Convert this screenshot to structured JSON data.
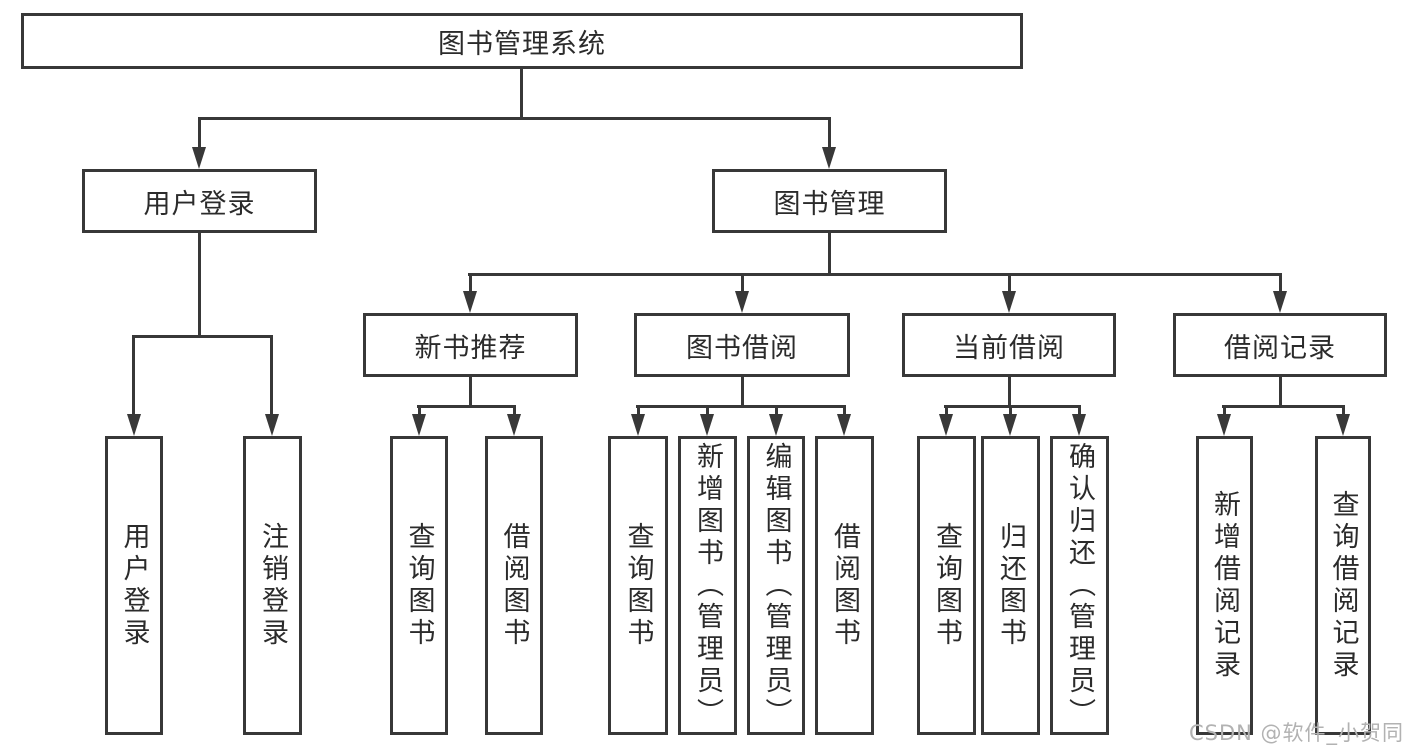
{
  "tree": {
    "root": {
      "label": "图书管理系统"
    },
    "branches": [
      {
        "label": "用户登录",
        "children": [
          {
            "label": "用户登录"
          },
          {
            "label": "注销登录"
          }
        ]
      },
      {
        "label": "图书管理",
        "children": [
          {
            "label": "新书推荐",
            "children": [
              {
                "label": "查询图书"
              },
              {
                "label": "借阅图书"
              }
            ]
          },
          {
            "label": "图书借阅",
            "children": [
              {
                "label": "查询图书"
              },
              {
                "label": "新增图书（管理员）"
              },
              {
                "label": "编辑图书（管理员）"
              },
              {
                "label": "借阅图书"
              }
            ]
          },
          {
            "label": "当前借阅",
            "children": [
              {
                "label": "查询图书"
              },
              {
                "label": "归还图书"
              },
              {
                "label": "确认归还（管理员）"
              }
            ]
          },
          {
            "label": "借阅记录",
            "children": [
              {
                "label": "新增借阅记录"
              },
              {
                "label": "查询借阅记录"
              }
            ]
          }
        ]
      }
    ]
  },
  "watermark": {
    "text": "CSDN @软件_小贺同学"
  },
  "colors": {
    "line": "#383838",
    "text": "#2b2b2b",
    "watermark": "#b2b2b2",
    "background": "#ffffff"
  }
}
